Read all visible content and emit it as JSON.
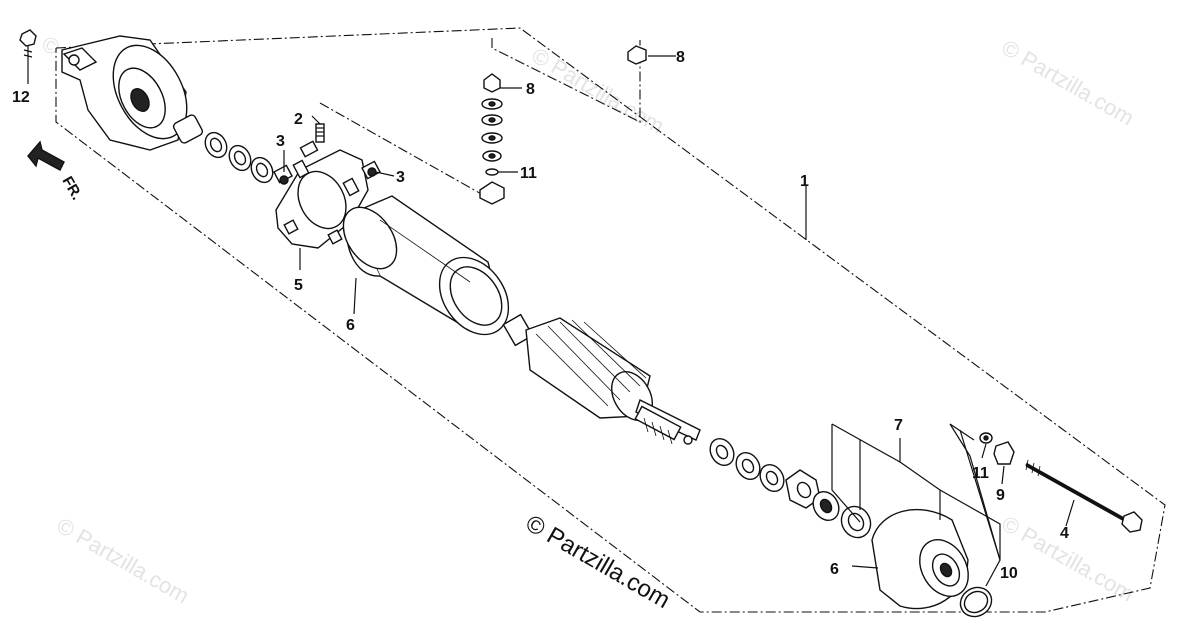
{
  "diagram": {
    "watermarks": {
      "center": "© Partzilla.com",
      "corner": "© Partzilla.com"
    },
    "direction_label": "FR.",
    "callouts": {
      "c1": "1",
      "c2": "2",
      "c3a": "3",
      "c3b": "3",
      "c4": "4",
      "c5": "5",
      "c6a": "6",
      "c6b": "6",
      "c7": "7",
      "c8a": "8",
      "c8b": "8",
      "c9": "9",
      "c10": "10",
      "c11a": "11",
      "c11b": "11",
      "c12": "12"
    }
  }
}
